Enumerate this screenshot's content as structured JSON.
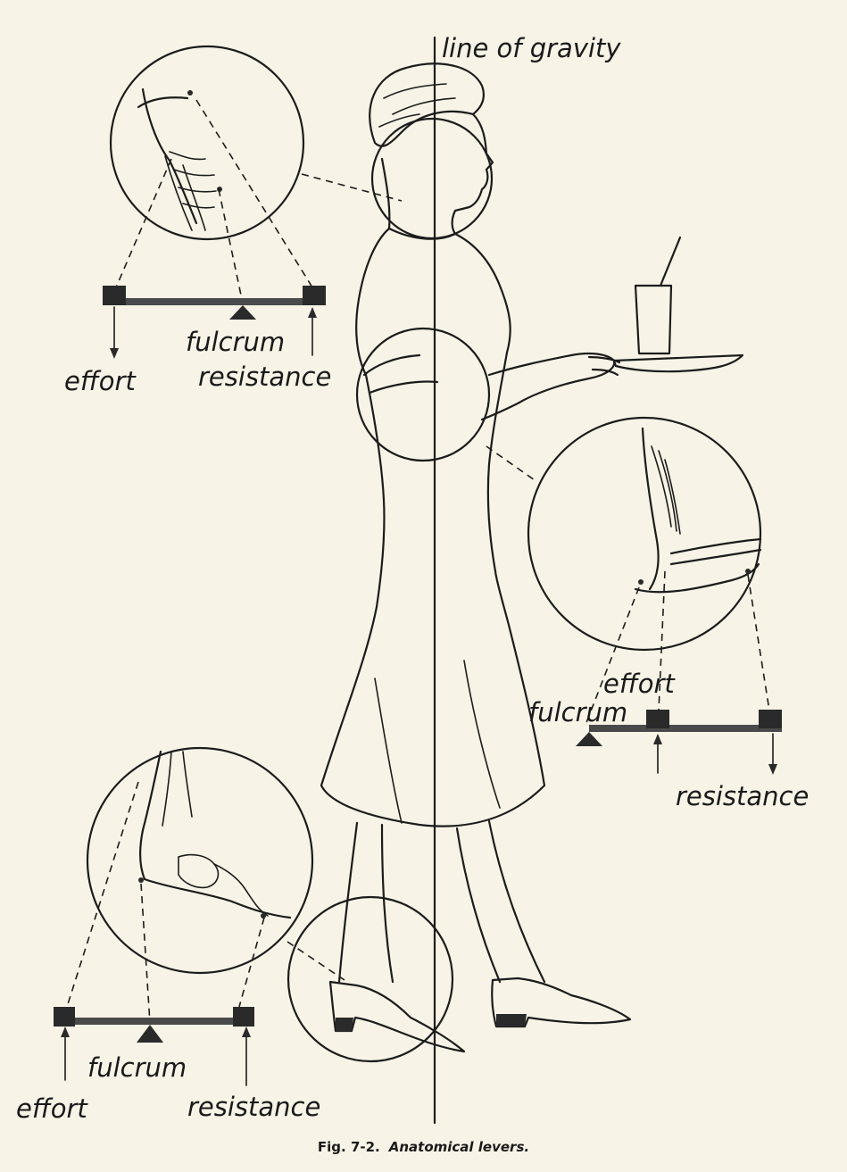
{
  "labels": {
    "line_of_gravity": "line of gravity",
    "neck_fulcrum": "fulcrum",
    "neck_effort": "effort",
    "neck_resistance": "resistance",
    "elbow_effort": "effort",
    "elbow_fulcrum": "fulcrum",
    "elbow_resistance": "resistance",
    "foot_fulcrum": "fulcrum",
    "foot_effort": "effort",
    "foot_resistance": "resistance"
  },
  "caption": {
    "number": "Fig. 7-2.",
    "text": "Anatomical levers."
  },
  "colors": {
    "paper": "#f7f3e6",
    "ink": "#1c1c1c"
  }
}
